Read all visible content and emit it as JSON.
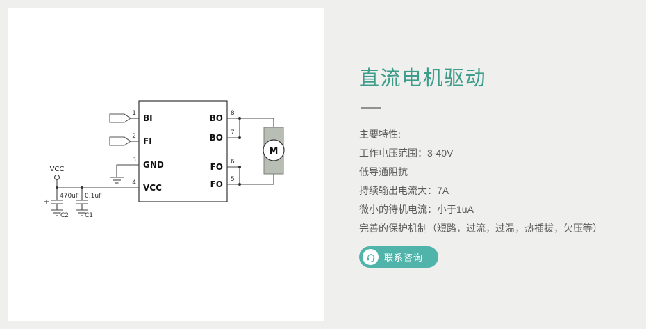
{
  "page": {
    "background": "#efefee",
    "card_background": "#ffffff"
  },
  "schematic": {
    "left_pins": [
      {
        "num": "1",
        "label": "BI"
      },
      {
        "num": "2",
        "label": "FI"
      },
      {
        "num": "3",
        "label": "GND"
      },
      {
        "num": "4",
        "label": "VCC"
      }
    ],
    "right_pins": [
      {
        "num": "8",
        "label": "BO"
      },
      {
        "num": "7",
        "label": "BO"
      },
      {
        "num": "6",
        "label": "FO"
      },
      {
        "num": "5",
        "label": "FO"
      }
    ],
    "vcc_label": "VCC",
    "motor_label": "M",
    "capacitors": [
      {
        "ref": "C1",
        "value": "0.1uF"
      },
      {
        "ref": "C2",
        "value": "470uF",
        "polarity": "+"
      }
    ]
  },
  "product": {
    "title": "直流电机驱动",
    "title_color": "#3d9c8a",
    "features": [
      "主要特性:",
      "工作电压范围：3-40V",
      "低导通阻抗",
      "持续输出电流大：7A",
      "微小的待机电流：小于1uA",
      "完善的保护机制（短路，过流，过温，热插拔，欠压等）"
    ],
    "contact_button_label": "联系咨询",
    "button_color": "#50b4ab"
  }
}
